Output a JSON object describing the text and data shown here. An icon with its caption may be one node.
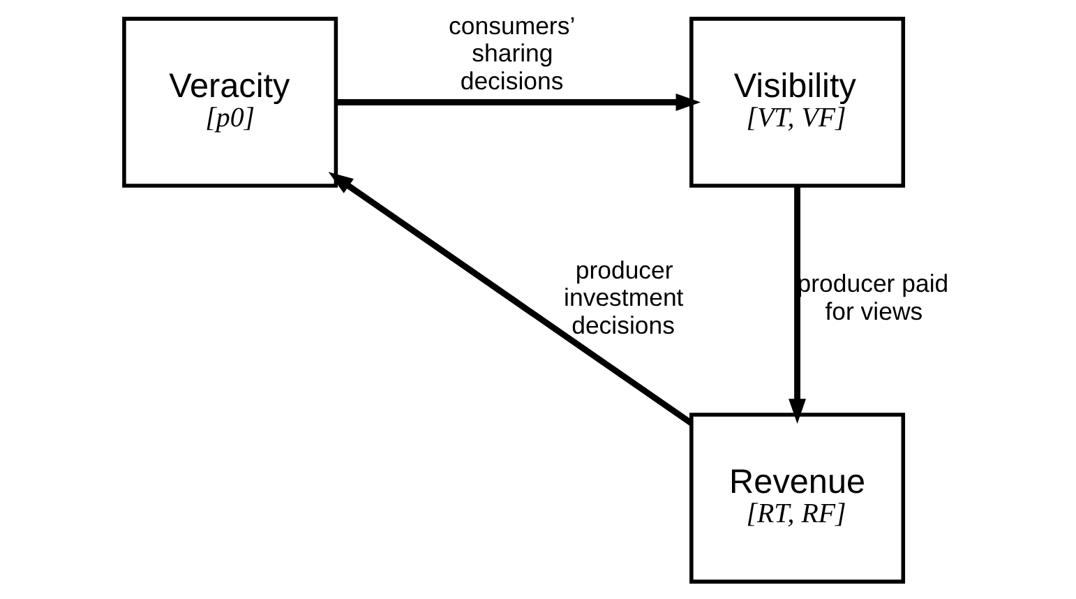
{
  "diagram": {
    "nodes": [
      {
        "text": [
          "Veracity",
          "[p0]"
        ]
      },
      {
        "text": [
          "Visibility",
          "[VT, VF]"
        ]
      },
      {
        "text": [
          "Revenue",
          "[RT, RF]"
        ]
      }
    ],
    "edges": [
      {
        "from": 0,
        "to": 1,
        "arrow": "to",
        "label": "consumers’ sharing decisions"
      },
      {
        "from": 1,
        "to": 2,
        "arrow": "to",
        "label": "producer paid for views"
      },
      {
        "from": 2,
        "to": 0,
        "arrow": "to",
        "label": "producer investment decisions"
      }
    ]
  }
}
